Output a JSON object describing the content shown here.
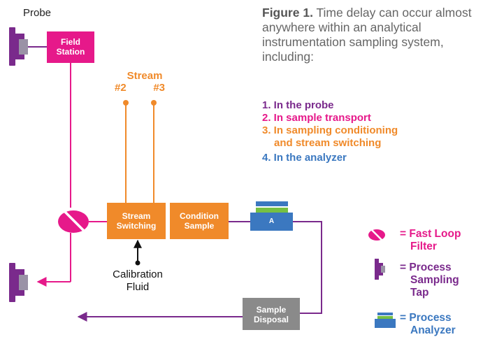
{
  "probe_label": "Probe",
  "field_station": [
    "Field",
    "Station"
  ],
  "stream": {
    "title": "Stream",
    "n2": "#2",
    "n3": "#3"
  },
  "stream_switching": [
    "Stream",
    "Switching"
  ],
  "condition_sample": [
    "Condition",
    "Sample"
  ],
  "analyzer_label": "A",
  "calibration": [
    "Calibration",
    "Fluid"
  ],
  "sample_disposal": [
    "Sample",
    "Disposal"
  ],
  "caption": {
    "bold": "Figure 1.",
    "text": " Time delay can occur almost anywhere within an analytical instrumentation sampling system, including:"
  },
  "list": [
    {
      "text": "1. In the probe",
      "color": "#7a2a8c"
    },
    {
      "text": "2. In sample transport",
      "color": "#e6198a"
    },
    {
      "text": "3. In sampling conditioning",
      "color": "#f08a2a"
    },
    {
      "text": "and stream switching",
      "color": "#f08a2a"
    },
    {
      "text": "4. In the analyzer",
      "color": "#3b78c0"
    }
  ],
  "legend": {
    "filter": [
      "= Fast Loop",
      "Filter"
    ],
    "tap": [
      "= Process",
      "Sampling",
      "Tap"
    ],
    "analyzer": [
      "= Process",
      "Analyzer"
    ]
  },
  "colors": {
    "pink": "#e6198a",
    "purple": "#7a2a8c",
    "orange": "#f08a2a",
    "blue": "#3b78c0",
    "green": "#76c043",
    "gray": "#8a8a8a",
    "tap_inner": "#9a92a6"
  }
}
